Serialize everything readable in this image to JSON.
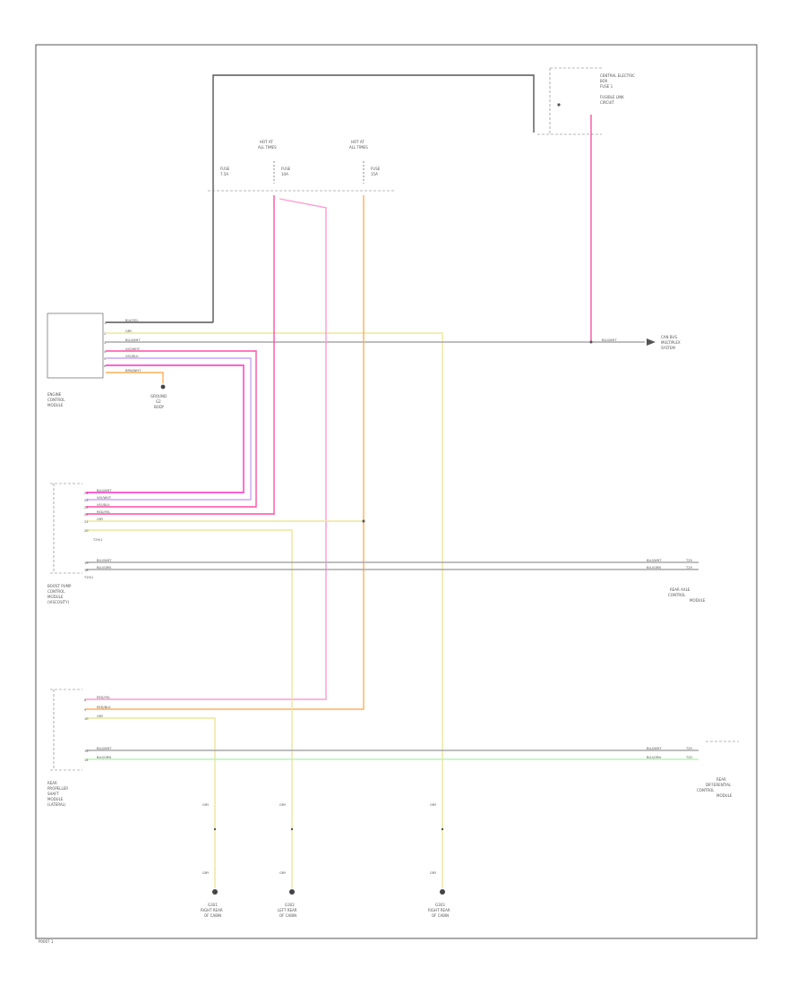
{
  "colors": {
    "pink": "#ff4fa3",
    "lavender": "#c9a6ff",
    "magenta": "#ff2fc0",
    "orange": "#ffad5c",
    "yellow": "#ece79a",
    "gray": "#a8a8a8",
    "green": "#b9f5b0",
    "black": "#555555"
  },
  "diagram": {
    "page_ref": "P0007 1",
    "components": {
      "ecm": [
        "ENGINE",
        "CONTROL",
        "MODULE"
      ],
      "ground_ecm": [
        "GROUND",
        "G2",
        "BODY"
      ],
      "pcm": [
        "BOOST PUMP",
        "CONTROL",
        "MODULE",
        "(VISCOSITY)"
      ],
      "rcm": [
        "REAR",
        "PROPELLER",
        "SHAFT",
        "MODULE",
        "(LATERAL)"
      ],
      "fuse_block": [
        "CENTRAL ELECTRIC",
        "BOX",
        "FUSE 1",
        "FUSIBLE LINK",
        "CIRCUIT"
      ],
      "can_bus": [
        "CAN BUS",
        "MULTIPLEX",
        "SYSTEM"
      ],
      "left_label": [
        "REAR AXLE",
        "CONTROL",
        "MODULE"
      ],
      "right_module": [
        "REAR",
        "DIFFERENTIAL",
        "CONTROL",
        "MODULE"
      ],
      "grounds": {
        "g1": [
          "G301",
          "RIGHT REAR",
          "OF CABIN"
        ],
        "g2": [
          "G302",
          "LEFT REAR",
          "OF CABIN"
        ],
        "g3": [
          "G303",
          "RIGHT REAR",
          "OF CABIN"
        ]
      }
    },
    "fuses": {
      "f1": [
        "FUSE",
        "7.5A"
      ],
      "f2": [
        "FUSE",
        "10A"
      ],
      "f3": [
        "FUSE",
        "15A"
      ]
    },
    "fuse_titles": {
      "t1": [
        "HOT AT",
        "ALL TIMES"
      ],
      "t2": [
        "HOT AT",
        "ALL TIMES"
      ]
    },
    "wire_labels": {
      "ecm_1": "BLK/YEL",
      "ecm_2": "GRY",
      "ecm_3": "BLU/WHT",
      "ecm_4": "VIO/WHT",
      "ecm_5": "VIO/BLU",
      "ecm_6": "BRN/WHT",
      "pcm_1": "BLU/WHT",
      "pcm_2": "VIO/WHT",
      "pcm_3": "VIO/BLU",
      "pcm_4": "RED/YEL",
      "pcm_5": "GRY",
      "pcm_6": "BLU/WHT",
      "pcm_7": "BLU/GRN",
      "rcm_1": "RED/YEL",
      "rcm_2": "RED/BLK",
      "rcm_3": "GRY",
      "rcm_4": "BLU/WHT",
      "rcm_5": "BLU/GRN",
      "can_out": "BLU/WHT",
      "pcm_right_1": "BLU/WHT",
      "pcm_right_2": "BLU/GRN",
      "rcm_right_1": "BLU/WHT",
      "rcm_right_2": "BLU/GRN",
      "gnd_1a": "GRY",
      "gnd_1b": "GRY",
      "gnd_2a": "GRY",
      "gnd_2b": "GRY",
      "gnd_3a": "GRY",
      "gnd_3b": "GRY"
    },
    "pin_labels": {
      "ecm_pins": [
        "1",
        "2",
        "3",
        "4",
        "5",
        "6"
      ],
      "pcm_pins": [
        "24",
        "23",
        "22",
        "25",
        "21",
        "20",
        "19",
        "18"
      ],
      "rcm_pins": [
        "8",
        "9",
        "10",
        "13",
        "14"
      ]
    },
    "connector_codes": {
      "ecm_pcm": "T29/1",
      "pcm_rcm": "T29/1",
      "right_pcm": "T29",
      "right_rcm": "T29"
    }
  }
}
